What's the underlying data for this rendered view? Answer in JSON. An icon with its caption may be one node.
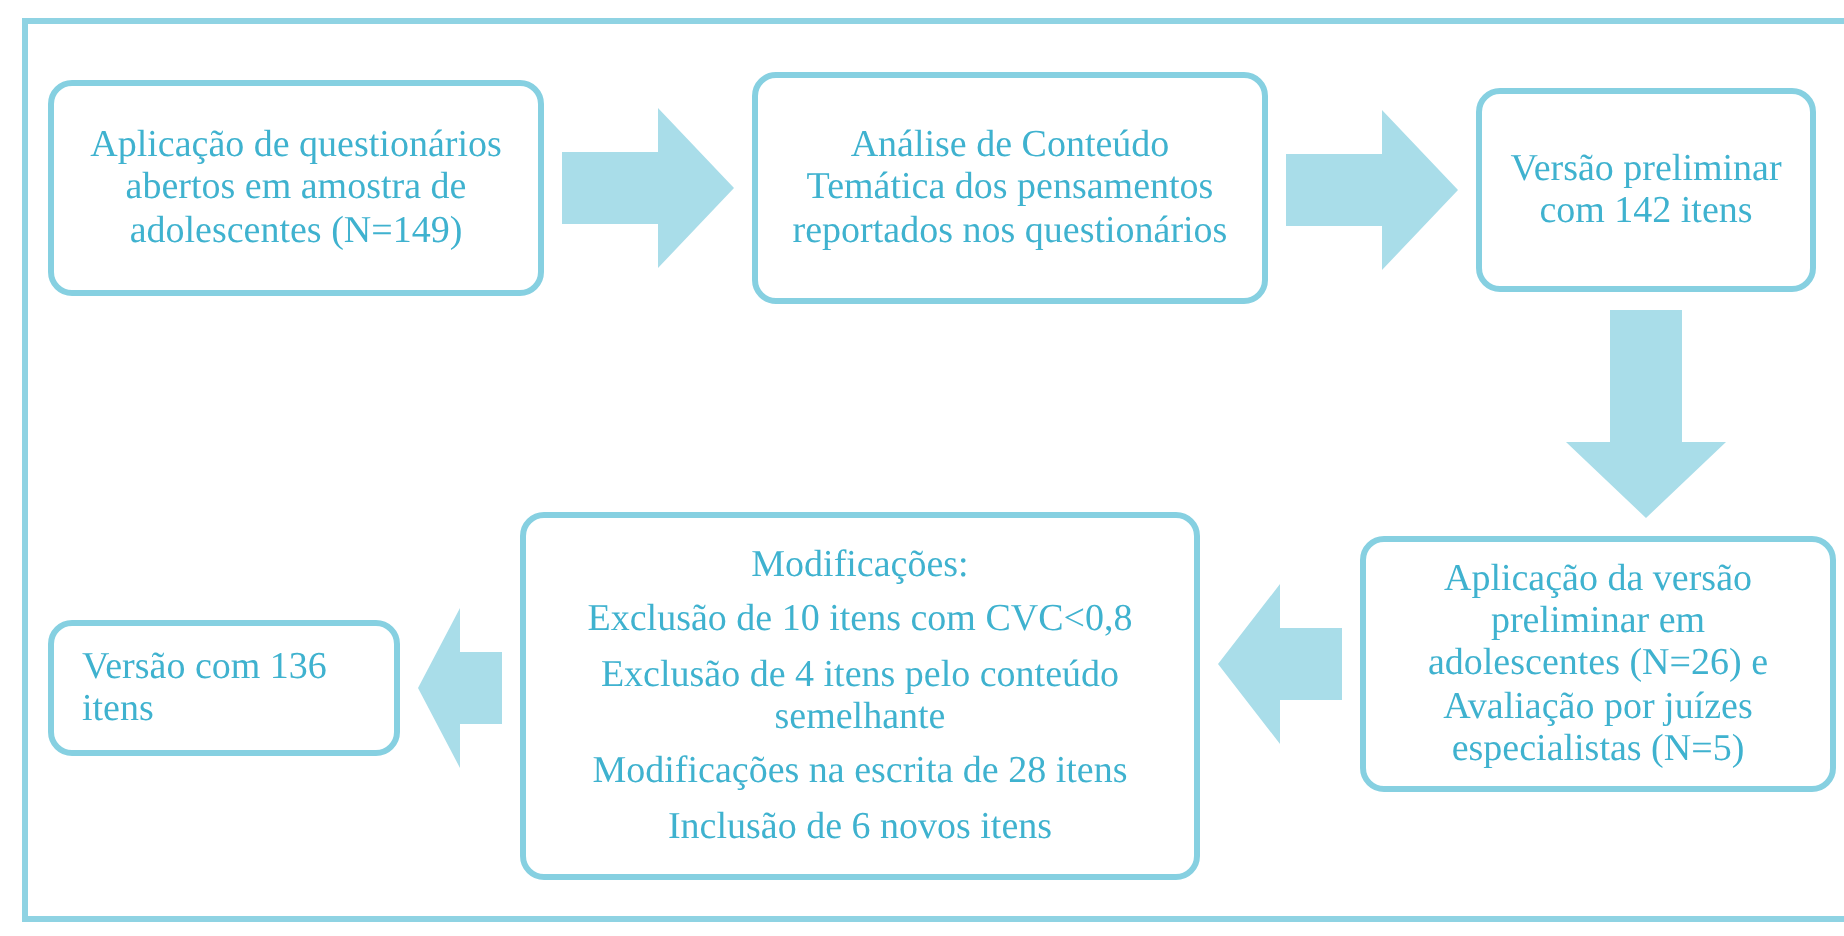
{
  "diagram": {
    "nodes": [
      {
        "text": [
          "Aplicação de questionários abertos em amostra de adolescentes (N=149)"
        ]
      },
      {
        "text": [
          "Análise de Conteúdo Temática dos pensamentos reportados nos questionários"
        ]
      },
      {
        "text": [
          "Versão preliminar com 142 itens"
        ]
      },
      {
        "text": [
          "Aplicação da versão preliminar em adolescentes (N=26) e Avaliação por juízes especialistas (N=5)"
        ]
      },
      {
        "text": [
          "Modificações:",
          "Exclusão de 10 itens com CVC<0,8",
          "Exclusão de 4 itens pelo conteúdo semelhante",
          "Modificações na escrita de 28 itens",
          "Inclusão de 6 novos itens"
        ]
      },
      {
        "text": [
          "Versão com 136 itens"
        ]
      }
    ],
    "edges": [
      {
        "from": 0,
        "to": 1,
        "arrow": "to"
      },
      {
        "from": 1,
        "to": 2,
        "arrow": "to"
      },
      {
        "from": 2,
        "to": 3,
        "arrow": "to"
      },
      {
        "from": 3,
        "to": 4,
        "arrow": "to"
      },
      {
        "from": 4,
        "to": 5,
        "arrow": "to"
      }
    ]
  }
}
